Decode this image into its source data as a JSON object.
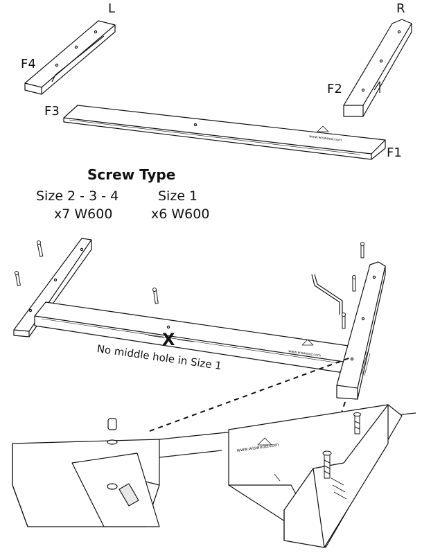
{
  "parts": {
    "left_label": "L",
    "right_label": "R",
    "f1": "F1",
    "f2": "F2",
    "f3": "F3",
    "f4": "F4"
  },
  "screws": {
    "title": "Screw Type",
    "col1_size": "Size 2 - 3 - 4",
    "col1_qty": "x7 W600",
    "col2_size": "Size 1",
    "col2_qty": "x6 W600"
  },
  "assembly": {
    "x_mark": "X",
    "note": "No middle hole in Size 1"
  },
  "logo": {
    "site": "www.wiswood.com"
  },
  "colors": {
    "line": "#111111",
    "fill": "#ffffff",
    "shade": "#e8e8e8"
  }
}
